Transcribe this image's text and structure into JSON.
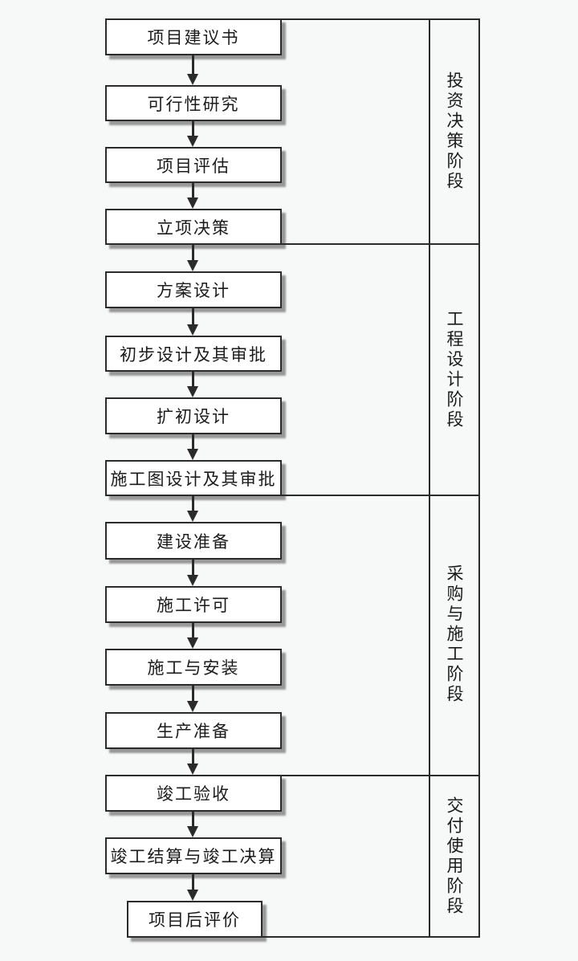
{
  "page": {
    "background": "#f7f8f8",
    "line_color": "#2b2b2b",
    "box_fill": "#ffffff",
    "text_color": "#1b1b1b",
    "shadow_color": "#808080"
  },
  "flow": {
    "steps": [
      {
        "label": "项目建议书"
      },
      {
        "label": "可行性研究"
      },
      {
        "label": "项目评估"
      },
      {
        "label": "立项决策"
      },
      {
        "label": "方案设计"
      },
      {
        "label": "初步设计及其审批"
      },
      {
        "label": "扩初设计"
      },
      {
        "label": "施工图设计及其审批"
      },
      {
        "label": "建设准备"
      },
      {
        "label": "施工许可"
      },
      {
        "label": "施工与安装"
      },
      {
        "label": "生产准备"
      },
      {
        "label": "竣工验收"
      },
      {
        "label": "竣工结算与竣工决算"
      },
      {
        "label": "项目后评价"
      }
    ]
  },
  "phases": [
    {
      "label": "投资决策阶段"
    },
    {
      "label": "工程设计阶段"
    },
    {
      "label": "采购与施工阶段"
    },
    {
      "label": "交付使用阶段"
    }
  ]
}
